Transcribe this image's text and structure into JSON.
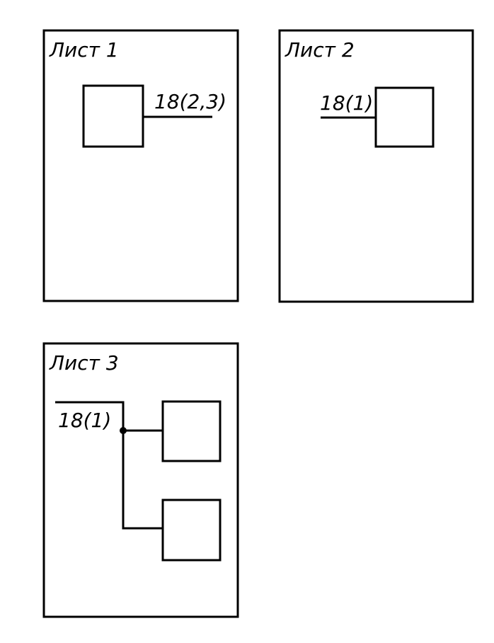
{
  "sheets": [
    {
      "title": "Лист 1",
      "wire_label": "18(2,3)"
    },
    {
      "title": "Лист 2",
      "wire_label": "18(1)"
    },
    {
      "title": "Лист 3",
      "wire_label": "18(1)"
    }
  ]
}
